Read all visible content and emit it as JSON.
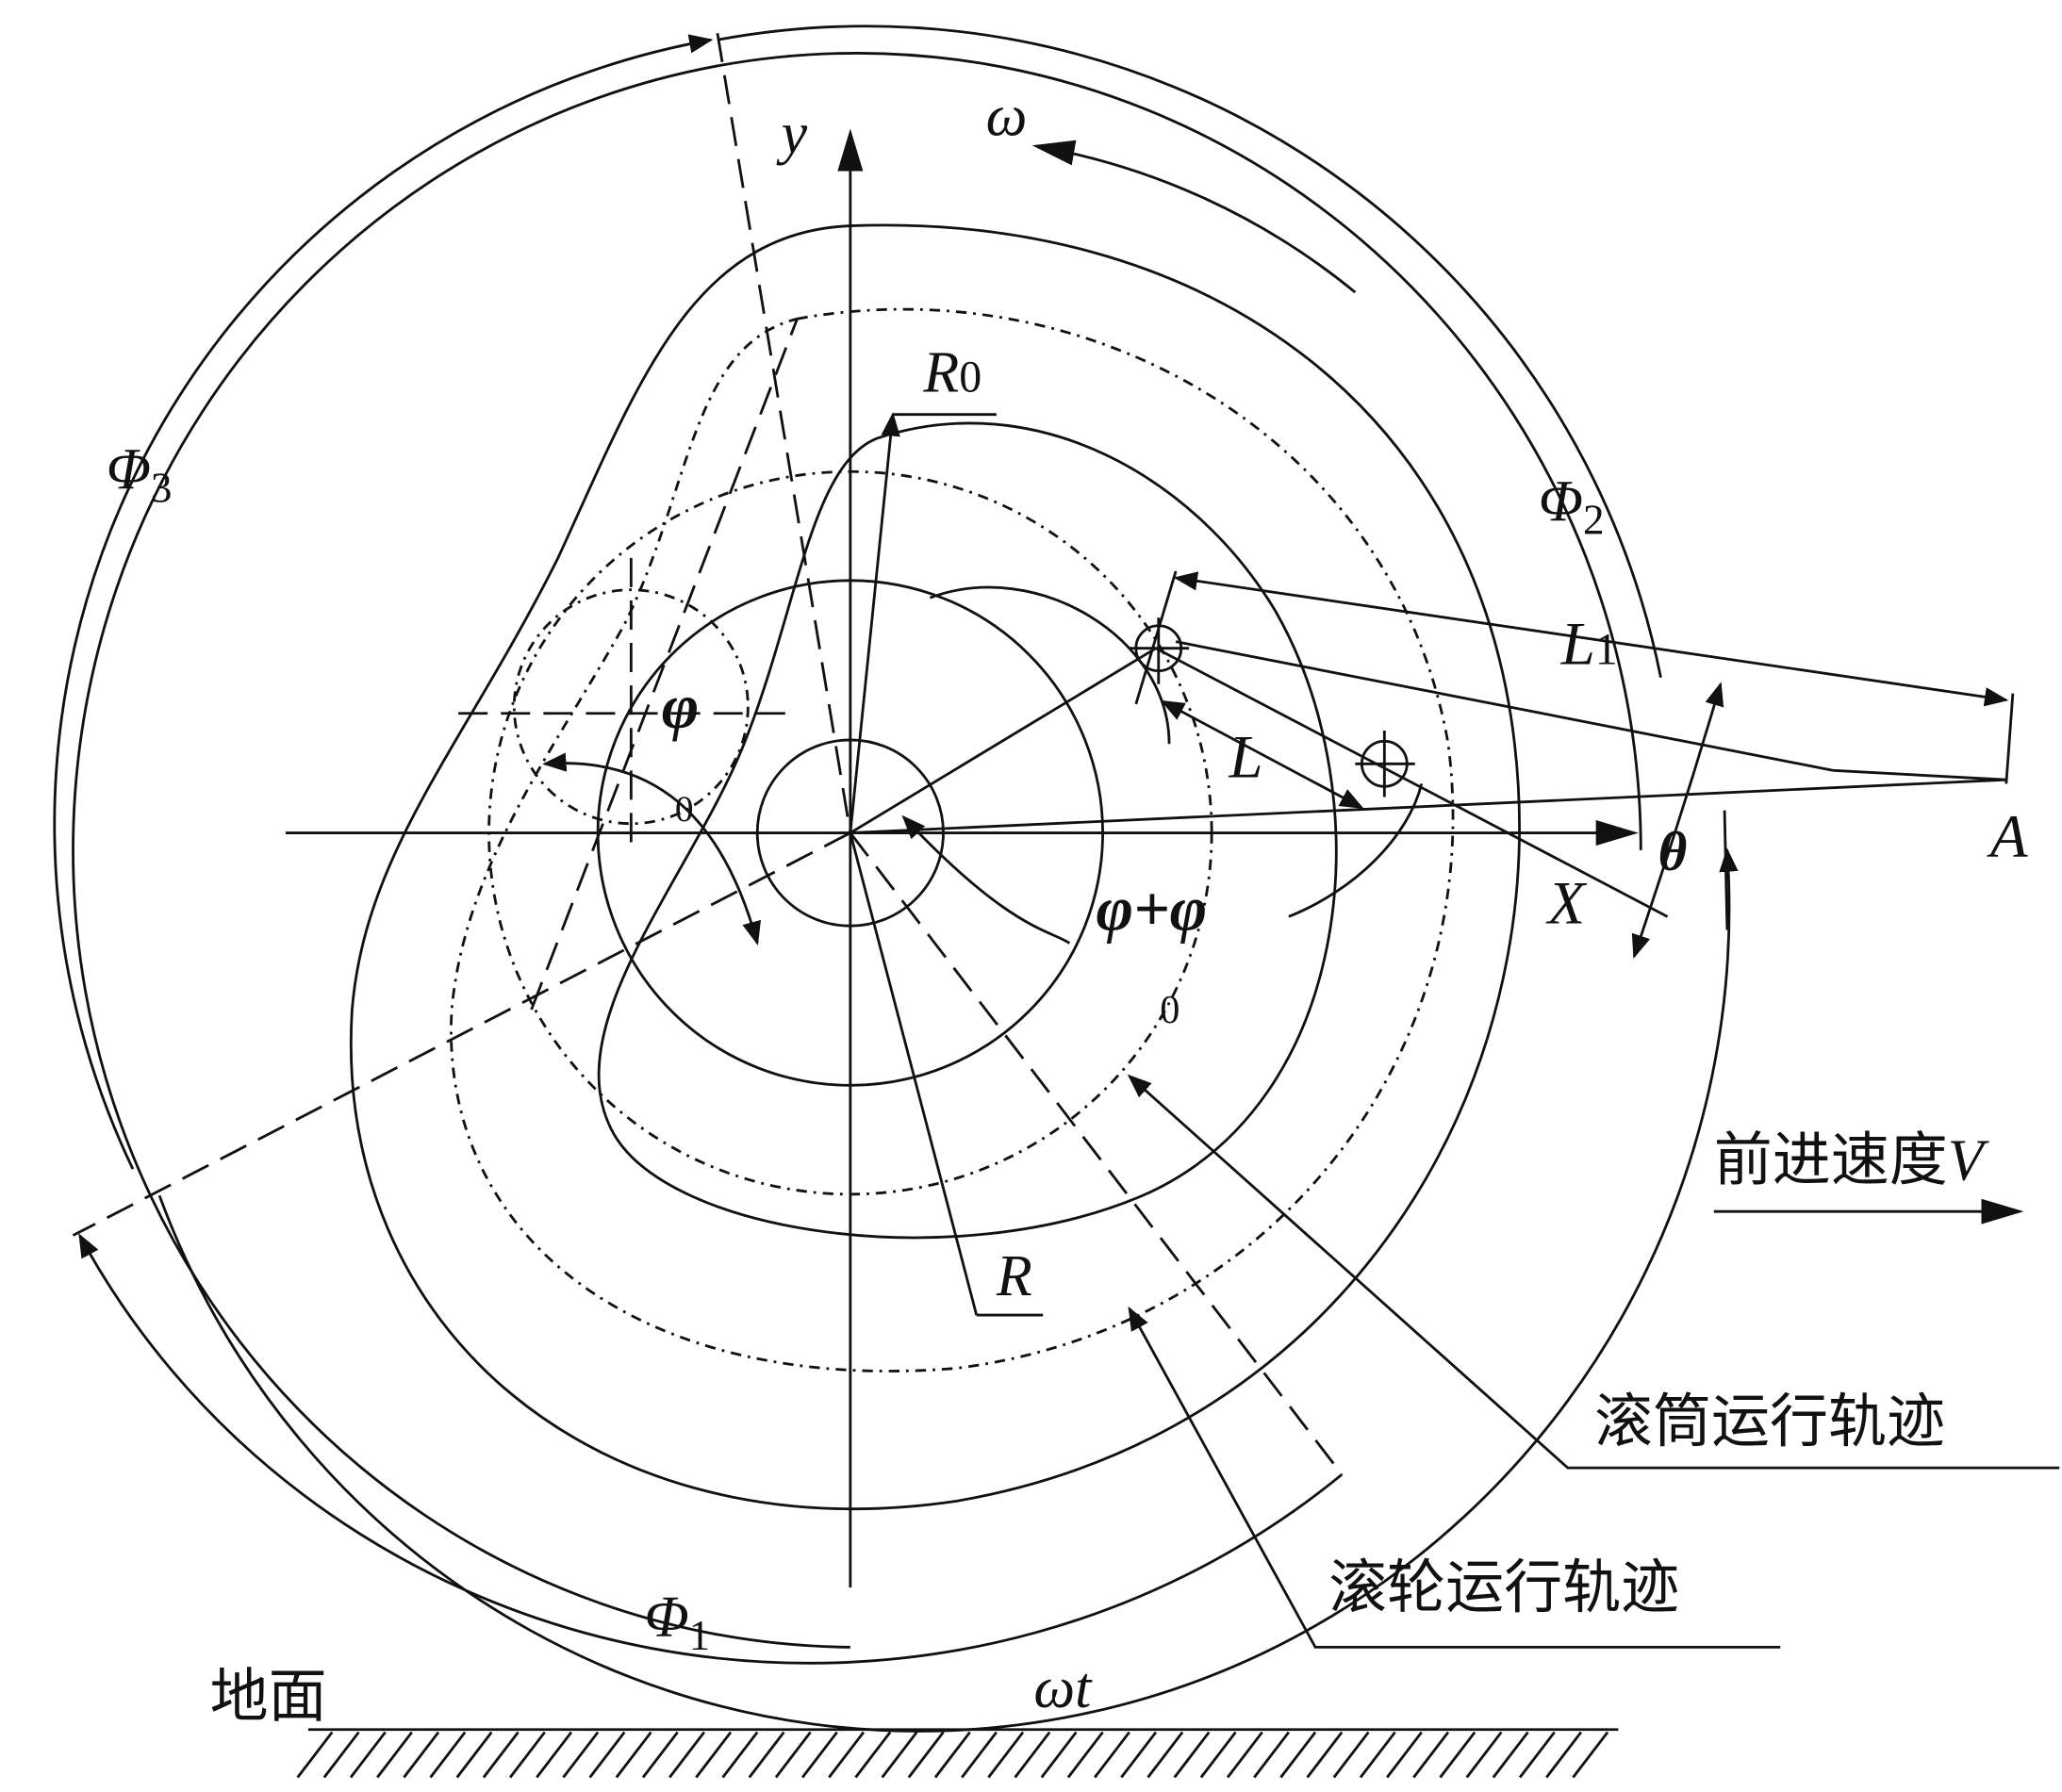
{
  "labels": {
    "y_axis": "y",
    "omega": "ω",
    "R0": {
      "main": "R",
      "sub": "0"
    },
    "Phi3": {
      "main": "Φ",
      "sub": "3"
    },
    "Phi2": {
      "main": "Φ",
      "sub": "2"
    },
    "Phi1": {
      "main": "Φ",
      "sub": "1"
    },
    "L1": {
      "main": "L",
      "sub": "1"
    },
    "L": "L",
    "phi0": {
      "main": "φ",
      "sub": "0"
    },
    "phi_plus_phi0": {
      "main": "φ+φ",
      "sub": "0"
    },
    "X": "X",
    "theta": "θ",
    "A": "A",
    "R": "R",
    "omega_t": "ωt"
  },
  "annotations": {
    "forward_speed": "前进速度",
    "forward_speed_var": "V",
    "drum_trajectory": "滚筒运行轨迹",
    "roller_trajectory": "滚轮运行轨迹",
    "ground": "地面"
  }
}
